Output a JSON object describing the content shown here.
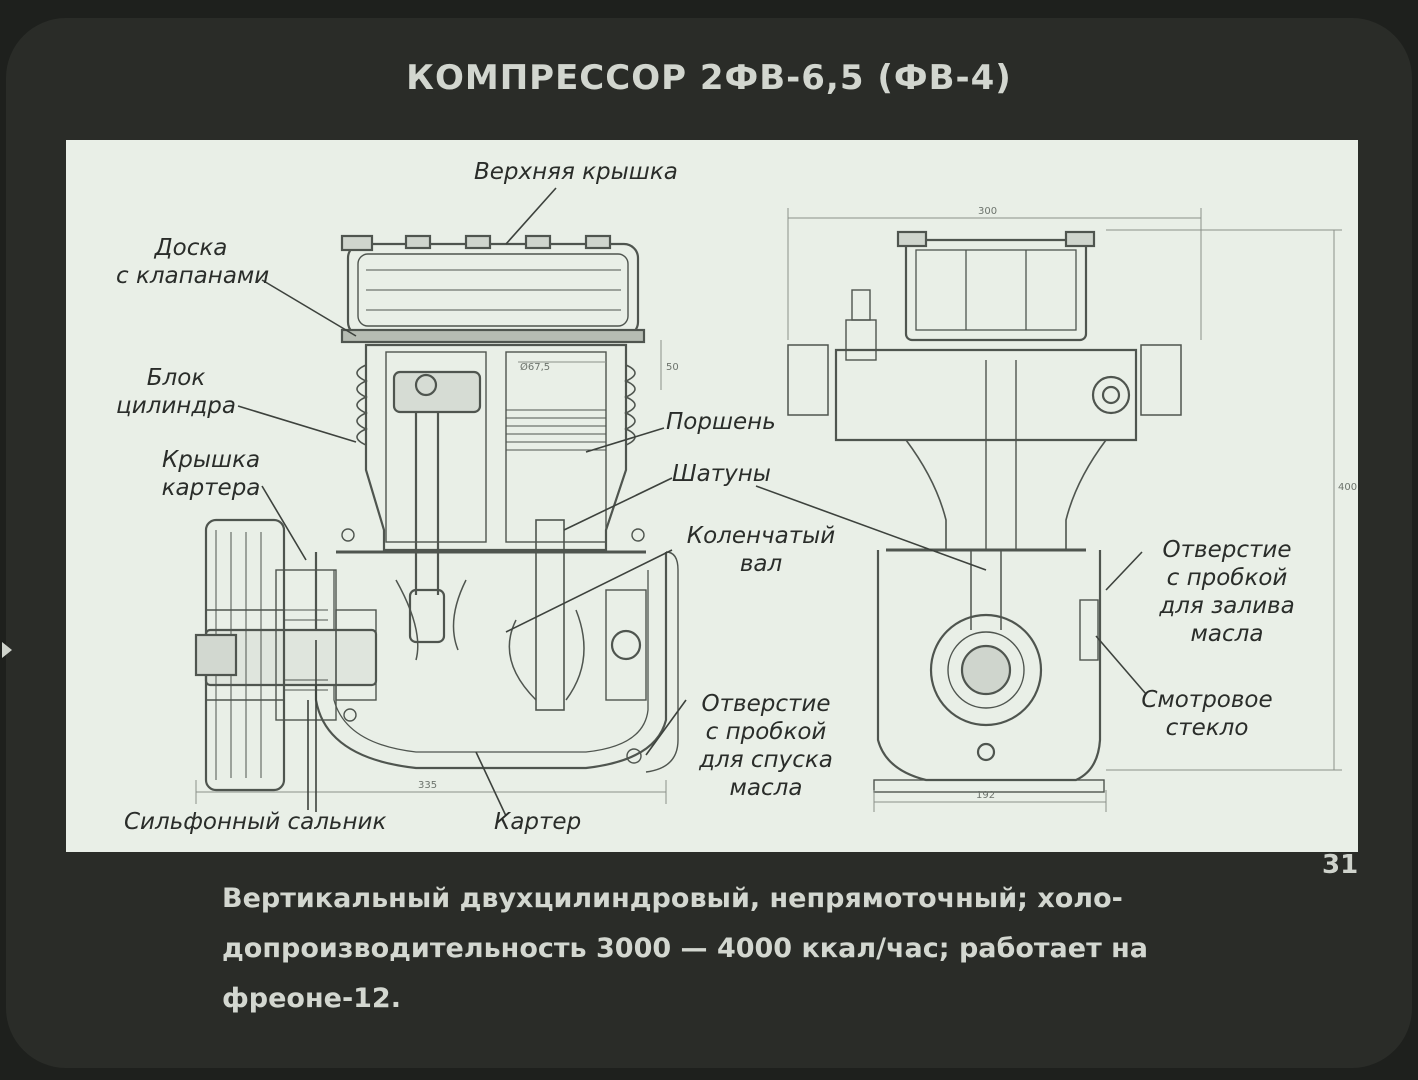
{
  "title": "КОМПРЕССОР 2ФВ-6,5 (ФВ-4)",
  "page_number": "31",
  "caption": {
    "line1": "Вертикальный двухцилиндровый, непрямоточный; холо-",
    "line2": "допроизводительность 3000 — 4000 ккал/час; работает на",
    "line3": "фреоне-12."
  },
  "labels": {
    "top_cover": "Верхняя крышка",
    "valve_plate_1": "Доска",
    "valve_plate_2": "с клапанами",
    "cylinder_block_1": "Блок",
    "cylinder_block_2": "цилиндра",
    "crankcase_cover_1": "Крышка",
    "crankcase_cover_2": "картера",
    "piston": "Поршень",
    "connecting_rods": "Шатуны",
    "crankshaft_1": "Коленчатый",
    "crankshaft_2": "вал",
    "drain_hole_1": "Отверстие",
    "drain_hole_2": "с пробкой",
    "drain_hole_3": "для спуска",
    "drain_hole_4": "масла",
    "bellows_seal": "Сильфонный сальник",
    "crankcase": "Картер",
    "fill_hole_1": "Отверстие",
    "fill_hole_2": "с пробкой",
    "fill_hole_3": "для залива",
    "fill_hole_4": "масла",
    "sight_glass_1": "Смотровое",
    "sight_glass_2": "стекло"
  },
  "dimensions": {
    "d_bore": "Ø67,5",
    "d_stroke": "50",
    "d_width_left": "335",
    "d_width_top": "300",
    "d_height": "400",
    "d_width_base": "192"
  }
}
